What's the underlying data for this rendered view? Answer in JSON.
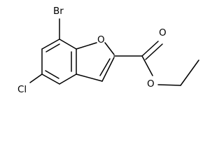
{
  "molecule": {
    "atoms": {
      "bromine": "Br",
      "chlorine": "Cl",
      "ring_oxygen": "O",
      "carbonyl_oxygen": "O",
      "ester_oxygen": "O"
    }
  },
  "colors": {
    "bond": "#000000",
    "label": "#000000",
    "background": "#ffffff"
  }
}
